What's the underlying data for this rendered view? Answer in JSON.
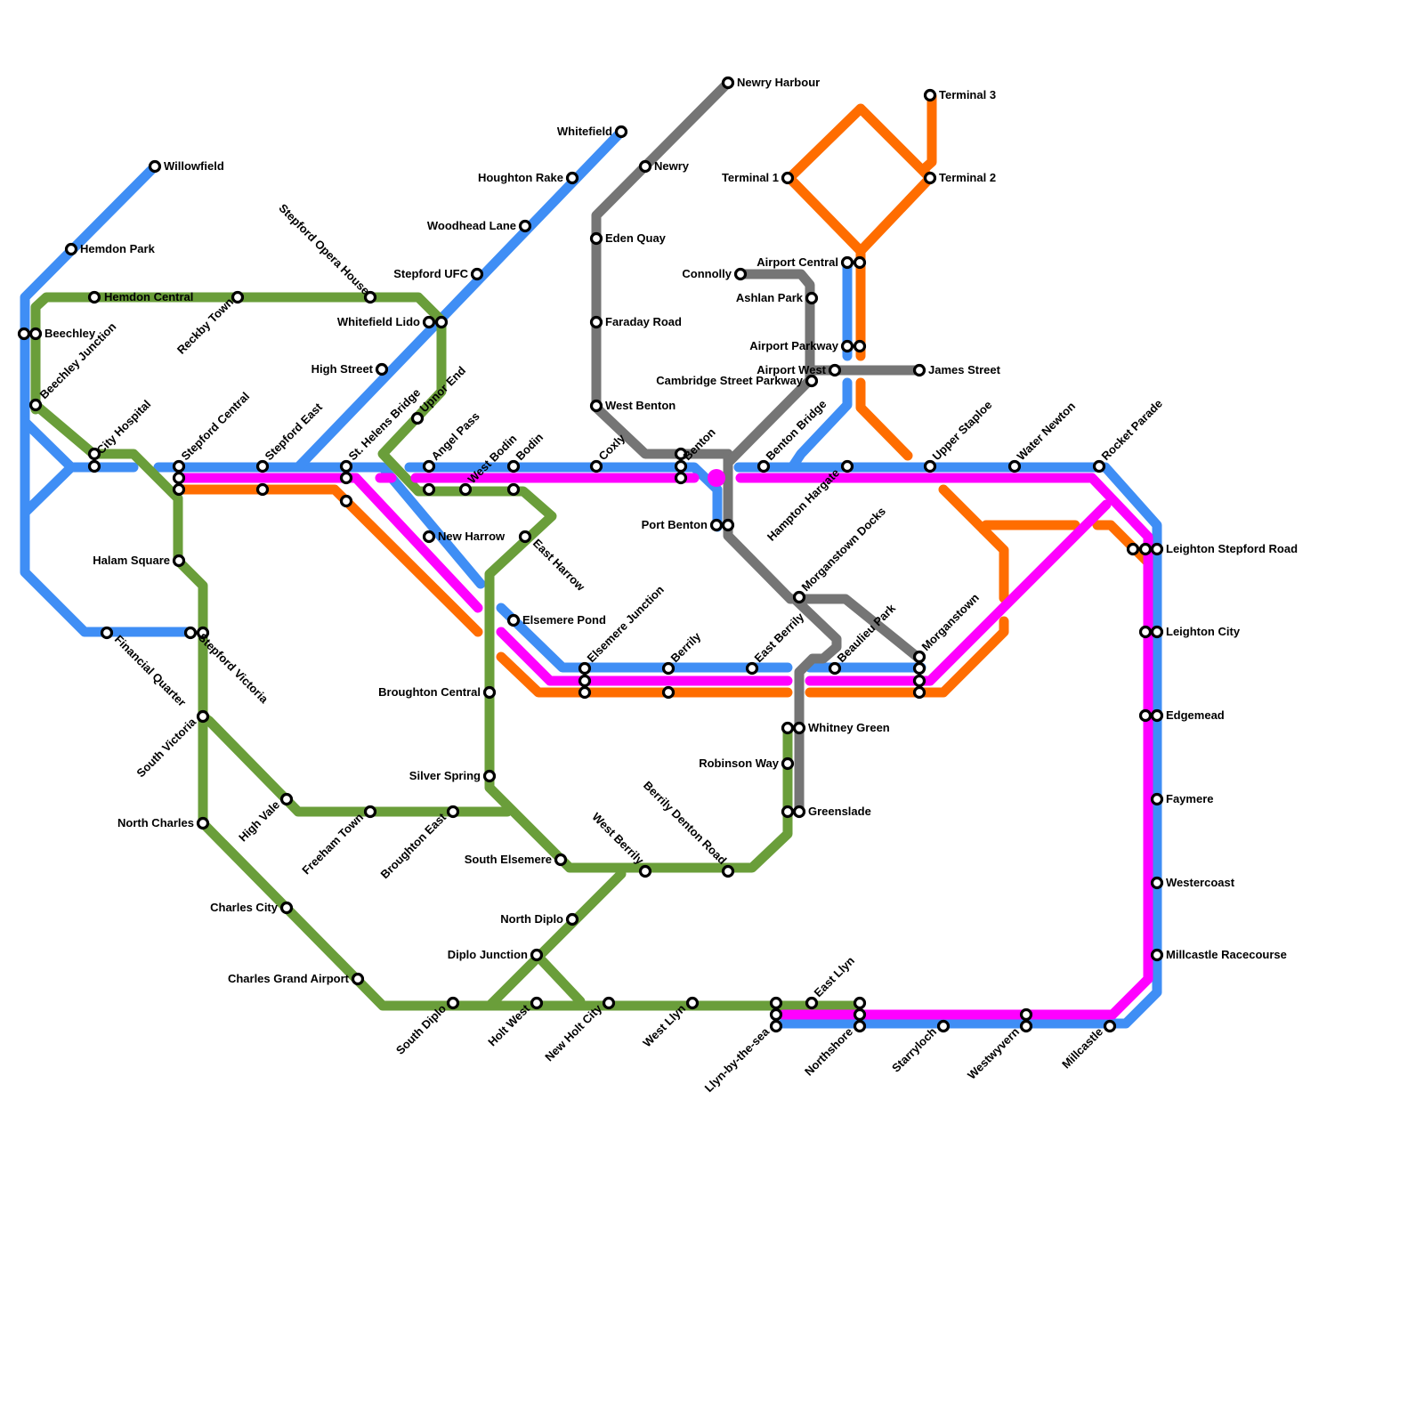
{
  "colors": {
    "blue": "#3f8ef5",
    "green": "#6a9e3a",
    "gray": "#757575",
    "orange": "#ff6d00",
    "magenta": "#ff00ff"
  },
  "stations": [
    {
      "name": "Willowfield"
    },
    {
      "name": "Hemdon Park"
    },
    {
      "name": "Hemdon Central"
    },
    {
      "name": "Reckby Town"
    },
    {
      "name": "Beechley"
    },
    {
      "name": "Beechley Junction"
    },
    {
      "name": "City Hospital"
    },
    {
      "name": "Stepford Central"
    },
    {
      "name": "Stepford East"
    },
    {
      "name": "Stepford Opera House"
    },
    {
      "name": "St. Helens Bridge"
    },
    {
      "name": "Whitefield Lido"
    },
    {
      "name": "High Street"
    },
    {
      "name": "Upnor End"
    },
    {
      "name": "Angel Pass"
    },
    {
      "name": "West Bodin"
    },
    {
      "name": "Bodin"
    },
    {
      "name": "Stepford UFC"
    },
    {
      "name": "Woodhead Lane"
    },
    {
      "name": "Houghton Rake"
    },
    {
      "name": "Whitefield"
    },
    {
      "name": "Newry"
    },
    {
      "name": "Newry Harbour"
    },
    {
      "name": "Eden Quay"
    },
    {
      "name": "Faraday Road"
    },
    {
      "name": "West Benton"
    },
    {
      "name": "Coxly"
    },
    {
      "name": "Benton"
    },
    {
      "name": "Port Benton"
    },
    {
      "name": "Benton Bridge"
    },
    {
      "name": "Connolly"
    },
    {
      "name": "Ashlan Park"
    },
    {
      "name": "Cambridge Street Parkway"
    },
    {
      "name": "Airport West"
    },
    {
      "name": "James Street"
    },
    {
      "name": "Airport Central"
    },
    {
      "name": "Airport Parkway"
    },
    {
      "name": "Terminal 1"
    },
    {
      "name": "Terminal 2"
    },
    {
      "name": "Terminal 3"
    },
    {
      "name": "Hampton Hargate"
    },
    {
      "name": "Upper Staploe"
    },
    {
      "name": "Water Newton"
    },
    {
      "name": "Rocket Parade"
    },
    {
      "name": "Leighton Stepford Road"
    },
    {
      "name": "Leighton City"
    },
    {
      "name": "Edgemead"
    },
    {
      "name": "Faymere"
    },
    {
      "name": "Westercoast"
    },
    {
      "name": "Millcastle Racecourse"
    },
    {
      "name": "Millcastle"
    },
    {
      "name": "Westwyvern"
    },
    {
      "name": "Starryloch"
    },
    {
      "name": "Northshore"
    },
    {
      "name": "East Llyn"
    },
    {
      "name": "Llyn-by-the-sea"
    },
    {
      "name": "West Llyn"
    },
    {
      "name": "New Holt City"
    },
    {
      "name": "Holt West"
    },
    {
      "name": "South Diplo"
    },
    {
      "name": "Diplo Junction"
    },
    {
      "name": "North Diplo"
    },
    {
      "name": "West Berrily"
    },
    {
      "name": "Berrily Denton Road"
    },
    {
      "name": "South Elsemere"
    },
    {
      "name": "Robinson Way"
    },
    {
      "name": "Whitney Green"
    },
    {
      "name": "Greenslade"
    },
    {
      "name": "Morganstown Docks"
    },
    {
      "name": "Beaulieu Park"
    },
    {
      "name": "Morganstown"
    },
    {
      "name": "East Berrily"
    },
    {
      "name": "Berrily"
    },
    {
      "name": "Elsemere Junction"
    },
    {
      "name": "Elsemere Pond"
    },
    {
      "name": "East Harrow"
    },
    {
      "name": "New Harrow"
    },
    {
      "name": "Broughton Central"
    },
    {
      "name": "Silver Spring"
    },
    {
      "name": "Broughton East"
    },
    {
      "name": "Freeham Town"
    },
    {
      "name": "High Vale"
    },
    {
      "name": "Halam Square"
    },
    {
      "name": "Financial Quarter"
    },
    {
      "name": "Stepford Victoria"
    },
    {
      "name": "South Victoria"
    },
    {
      "name": "North Charles"
    },
    {
      "name": "Charles City"
    },
    {
      "name": "Charles Grand Airport"
    }
  ]
}
